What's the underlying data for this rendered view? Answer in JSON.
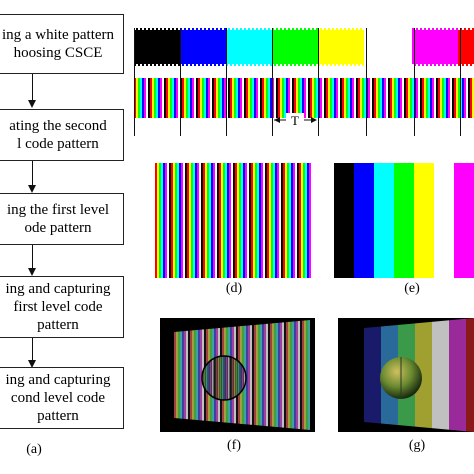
{
  "flowchart": {
    "steps": [
      "ing a white pattern\nhoosing CSCE",
      "ating the second\nl code pattern",
      "ing the first level\node pattern",
      "ing and capturing\nfirst level code\npattern",
      "ing and capturing\ncond level code\npattern"
    ],
    "label": "(a)"
  },
  "top_strip": {
    "period_label": "T",
    "colors": [
      "#000000",
      "#0000ff",
      "#00ffff",
      "#00ff00",
      "#ffff00",
      "#ffffff",
      "#ff00ff",
      "#ff0000"
    ]
  },
  "panels": {
    "d": {
      "label": "(d)"
    },
    "e": {
      "label": "(e)",
      "colors": [
        "#000000",
        "#0000ff",
        "#00ffff",
        "#00ff00",
        "#ffff00",
        "#ffffff",
        "#ff00ff"
      ]
    },
    "f": {
      "label": "(f)"
    },
    "g": {
      "label": "(g)",
      "colors": [
        "#1a1a6a",
        "#2a6a9a",
        "#3a9a4a",
        "#a0a030",
        "#c0c0c0",
        "#9a2a9a",
        "#8a1a1a"
      ]
    }
  }
}
